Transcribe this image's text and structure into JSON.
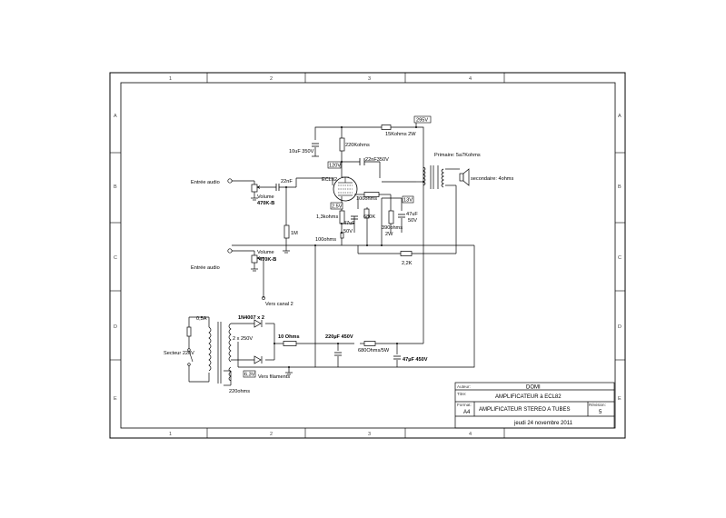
{
  "frame": {
    "top_numbers": [
      "1",
      "2",
      "3",
      "4"
    ],
    "bottom_numbers": [
      "1",
      "2",
      "3",
      "4"
    ],
    "left_letters": [
      "A",
      "B",
      "C",
      "D",
      "E"
    ],
    "right_letters": [
      "A",
      "B",
      "C",
      "D",
      "E"
    ]
  },
  "labels": {
    "entree1": "Entrée audio",
    "entree2": "Entrée audio",
    "volume1": "Volume",
    "volume1_val": "470K-B",
    "volume2": "Volume",
    "volume2_val": "470K-B",
    "vers_canal": "Vers canal 2",
    "cap_22nf": "22nF",
    "r_1m": "1M",
    "cap_10uf": "10uF 350V",
    "r_220k": "220Kohms",
    "r_15k": "15Kohms 2W",
    "v_295": "295V",
    "v_120": "120V",
    "cap_22nf350": "22nF350V",
    "tube": "ECL82",
    "r_100a": "100ohms",
    "v_13": "13V",
    "v_25": "2,5V",
    "r_1k3": "1,3kohms",
    "cap_47uf50a": "47uF",
    "cap_47uf50a_v": "50V",
    "r_680k": "680K",
    "cap_47uf50b": "47uF",
    "cap_47uf50b_v": "50V",
    "r_390": "390ohms",
    "r_390w": "2W",
    "r_100b": "100ohms",
    "primaire": "Primaire: 5a7Kohms",
    "secondaire": "secondaire: 4ohms",
    "r_2k2": "2,2K",
    "fuse": "0,5A",
    "secteur": "Secteur 220V",
    "diodes": "1N4007 x 2",
    "sec_250": "2 x 250V",
    "r_10": "10 Ohms",
    "cap_220uf": "220µF 450V",
    "r_680_5w": "680Ohms/5W",
    "cap_47uf450": "47µF 450V",
    "v_63": "6,3V",
    "filaments": "Vers filaments",
    "r_220ohms": "220ohms"
  },
  "title_block": {
    "auteur_label": "Auteur:",
    "auteur": "DOMI",
    "titre_label": "Titre:",
    "titre": "AMPLIFICATEUR à ECL82",
    "format_label": "Format:",
    "format": "A4",
    "description": "AMPLIFICATEUR STEREO A TUBES",
    "revision_label": "Révision:",
    "revision": "5",
    "date": "jeudi 24 novembre 2011"
  }
}
